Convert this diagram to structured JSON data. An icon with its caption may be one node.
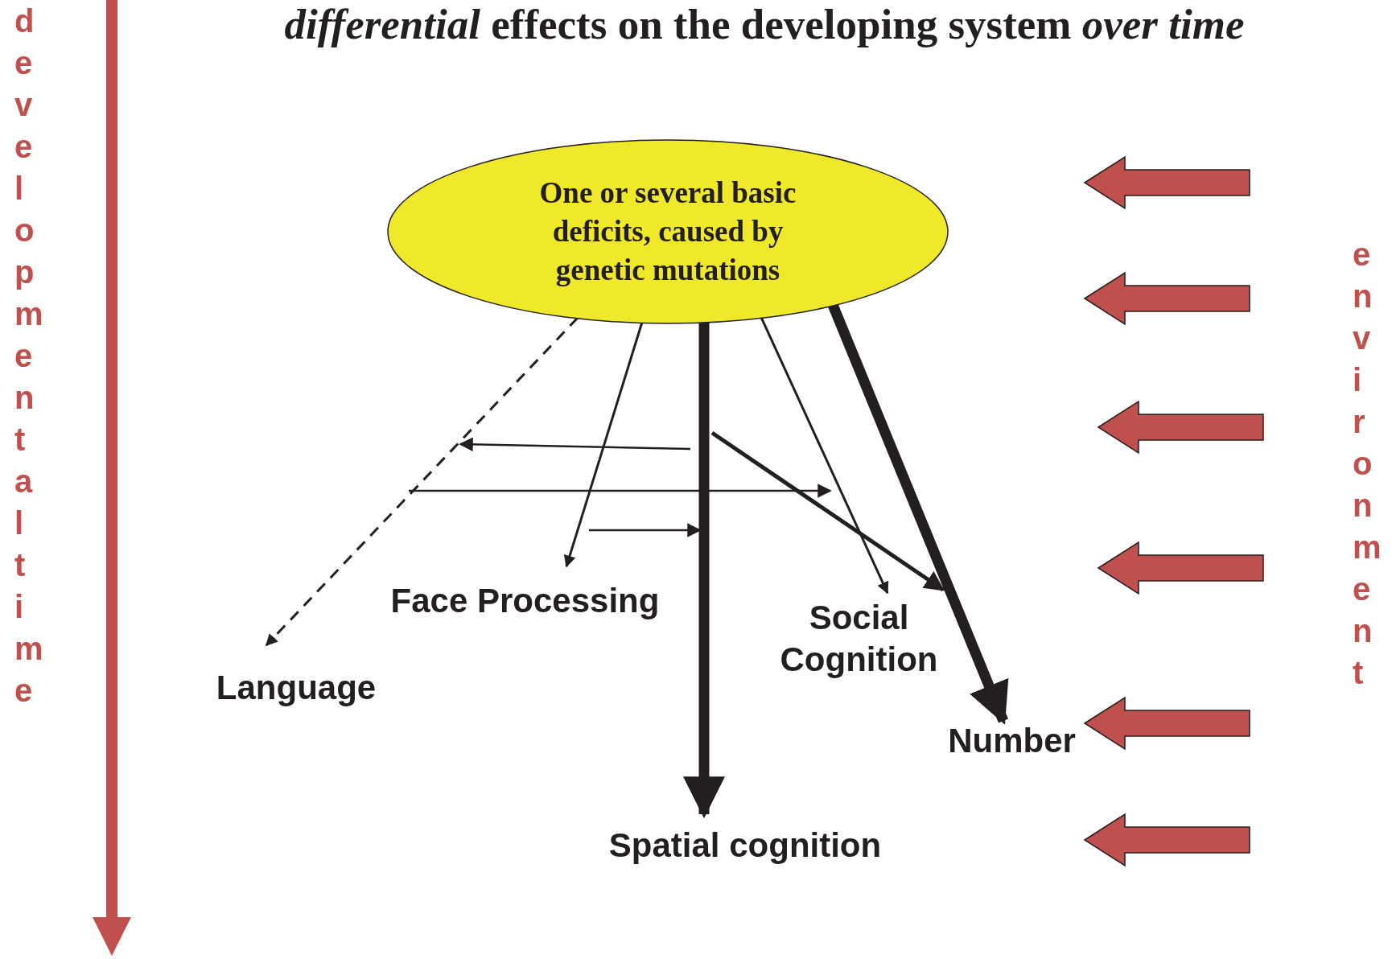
{
  "diagram": {
    "title": "*differential* effects on the developing system *over time*",
    "nodes": [
      {
        "text": [
          "One or several basic deficits, caused by genetic mutations"
        ]
      },
      {
        "text": [
          "Language"
        ]
      },
      {
        "text": [
          "Face Processing"
        ]
      },
      {
        "text": [
          "Social Cognition"
        ]
      },
      {
        "text": [
          "Spatial cognition"
        ]
      },
      {
        "text": [
          "Number"
        ]
      }
    ],
    "edges": [
      {
        "from": 0,
        "to": 1,
        "arrow": "to",
        "style": "dashed"
      },
      {
        "from": 0,
        "to": 2,
        "arrow": "to"
      },
      {
        "from": 0,
        "to": 4,
        "arrow": "to",
        "style": "thick"
      },
      {
        "from": 0,
        "to": 3,
        "arrow": "to"
      },
      {
        "from": 0,
        "to": 5,
        "arrow": "to",
        "style": "thick"
      }
    ],
    "labels": [
      "developmental time",
      "environment"
    ]
  }
}
